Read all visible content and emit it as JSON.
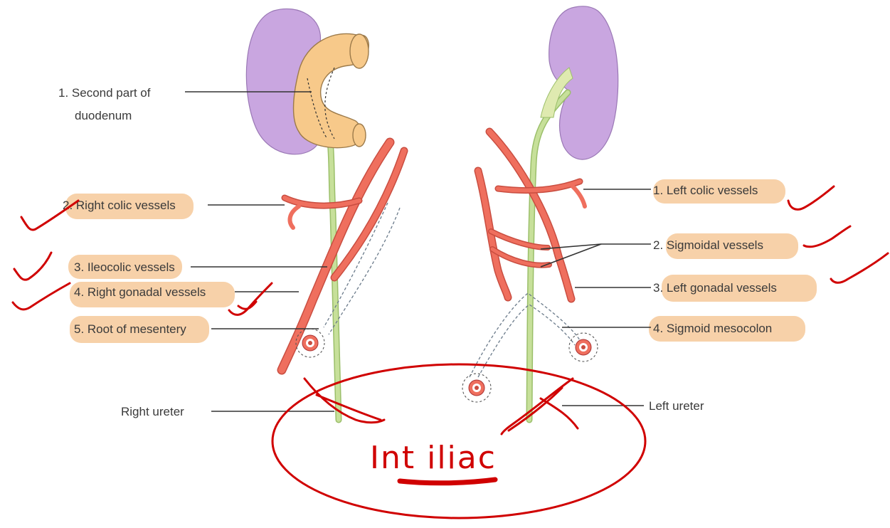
{
  "right_side": {
    "labels": [
      {
        "text": "1. Second part of",
        "highlighted": false
      },
      {
        "text": "duodenum",
        "highlighted": false
      },
      {
        "text": "2. Right colic vessels",
        "highlighted": true
      },
      {
        "text": "3. Ileocolic vessels",
        "highlighted": true
      },
      {
        "text": "4. Right gonadal vessels",
        "highlighted": true
      },
      {
        "text": "5. Root of mesentery",
        "highlighted": true
      },
      {
        "text": "Right ureter",
        "highlighted": false
      }
    ]
  },
  "left_side": {
    "labels": [
      {
        "text": "1. Left colic vessels",
        "highlighted": true
      },
      {
        "text": "2. Sigmoidal vessels",
        "highlighted": true
      },
      {
        "text": "3. Left gonadal vessels",
        "highlighted": true
      },
      {
        "text": "4. Sigmoid mesocolon",
        "highlighted": true
      },
      {
        "text": "Left ureter",
        "highlighted": false
      }
    ]
  },
  "annotation": {
    "handwritten_text": "Int iliac",
    "ink_color": "#d00000"
  },
  "colors": {
    "kidney": "#c9a6e0",
    "duodenum": "#f7c98a",
    "ureter": "#b8d88a",
    "vessels": "#ef6f5e",
    "highlight": "#f6c99a"
  }
}
